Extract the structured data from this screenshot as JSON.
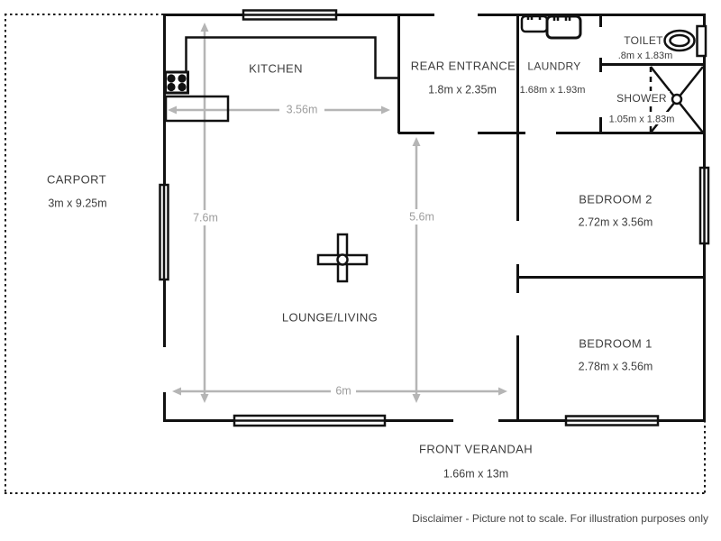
{
  "colors": {
    "wall": "#111111",
    "dimension": "#b5b5b5",
    "label": "#3d3d3d",
    "background": "#ffffff"
  },
  "rooms": {
    "carport": {
      "name": "CARPORT",
      "size": "3m x 9.25m"
    },
    "kitchen": {
      "name": "KITCHEN"
    },
    "rear_entrance": {
      "name": "REAR ENTRANCE",
      "size": "1.8m x 2.35m"
    },
    "laundry": {
      "name": "LAUNDRY",
      "size": "1.68m x 1.93m"
    },
    "toilet": {
      "name": "TOILET",
      "size": ".8m x 1.83m"
    },
    "shower": {
      "name": "SHOWER",
      "size": "1.05m x 1.83m"
    },
    "bedroom2": {
      "name": "BEDROOM 2",
      "size": "2.72m x 3.56m"
    },
    "bedroom1": {
      "name": "BEDROOM 1",
      "size": "2.78m x 3.56m"
    },
    "lounge": {
      "name": "LOUNGE/LIVING"
    },
    "front_verandah": {
      "name": "FRONT VERANDAH",
      "size": "1.66m x 13m"
    }
  },
  "dimensions": {
    "kitchen_width": "3.56m",
    "living_depth": "7.6m",
    "hall_depth": "5.6m",
    "living_width": "6m"
  },
  "fixtures": {
    "stove": "stove-icon",
    "washer": "washer-icon",
    "dryer": "dryer-icon",
    "toilet": "toilet-icon",
    "shower": "shower-base-icon",
    "ceiling_fan": "ceiling-fan-icon",
    "window": "window-icon"
  },
  "disclaimer": "Disclaimer - Picture not to scale. For illustration purposes only"
}
